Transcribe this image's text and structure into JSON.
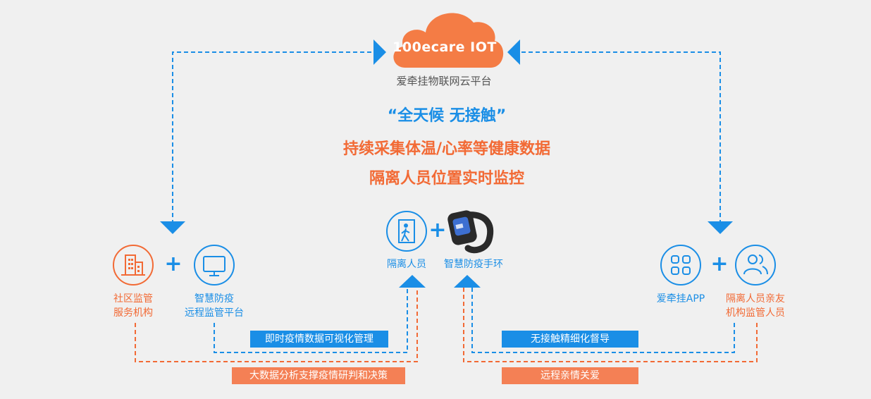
{
  "platform": {
    "cloud_text": "100ecare ⅠOT",
    "name": "爱牵挂物联网云平台"
  },
  "slogan": {
    "line1": "“全天候 无接触”",
    "line2": "持续采集体温/心率等健康数据",
    "line3": "隔离人员位置实时监控"
  },
  "nodes": {
    "community_line1": "社区监管",
    "community_line2": "服务机构",
    "remote_line1": "智慧防疫",
    "remote_line2": "远程监管平台",
    "isolated": "隔离人员",
    "wristband": "智慧防疫手环",
    "app": "爱牵挂APP",
    "relatives_line1": "隔离人员亲友",
    "relatives_line2": "机构监管人员"
  },
  "plus_sign": "+",
  "banners": {
    "visual": "即时疫情数据可视化管理",
    "bigdata": "大数据分析支撑疫情研判和决策",
    "contactless": "无接触精细化督导",
    "care": "远程亲情关爱"
  },
  "colors": {
    "blue": "#1a8ee6",
    "orange": "#f26a35",
    "cloud": "#f47c45",
    "background": "#f0f0f0"
  },
  "icons": {
    "community": "building-icon",
    "remote": "monitor-icon",
    "isolated": "exit-door-person-icon",
    "wristband": "smart-watch-icon",
    "app": "app-grid-icon",
    "relatives": "people-icon"
  }
}
